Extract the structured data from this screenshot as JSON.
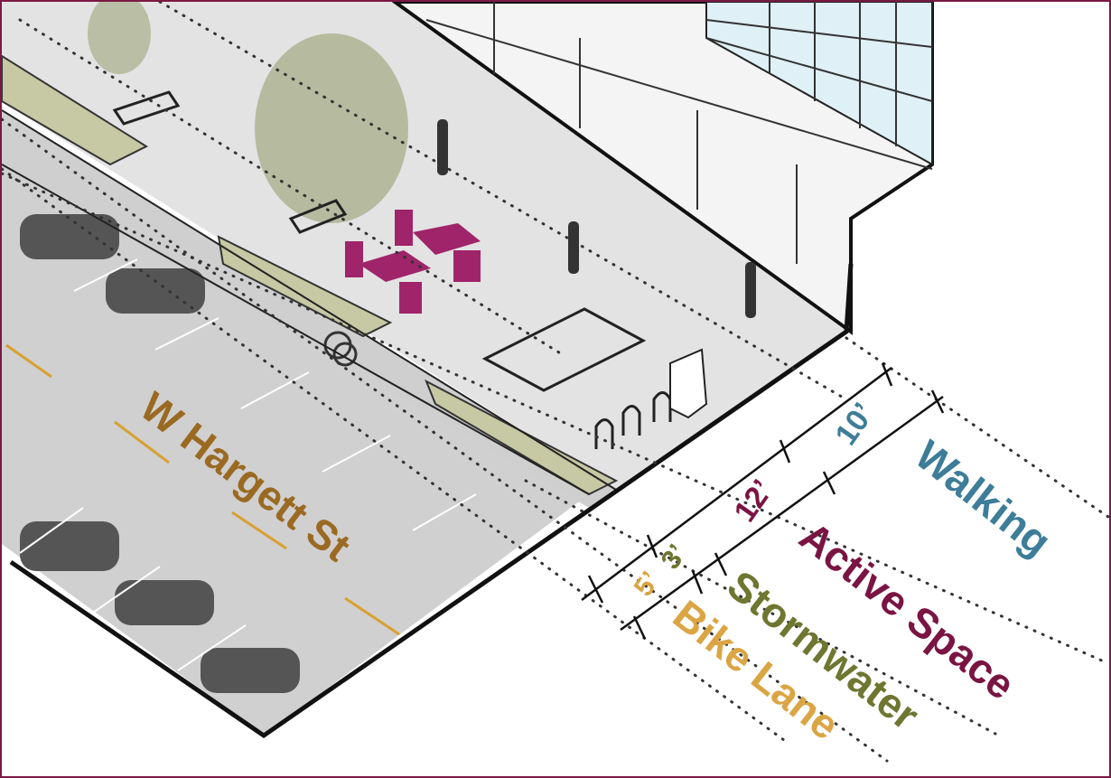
{
  "street_name": "W Hargett St",
  "zones": {
    "walking": {
      "label": "Walking",
      "width": "10’",
      "color": "#3d7d99"
    },
    "active_space": {
      "label": "Active Space",
      "width": "12’",
      "color": "#7a1442"
    },
    "stormwater": {
      "label": "Stormwater",
      "width": "3’",
      "color": "#6f7630"
    },
    "bike_lane": {
      "label": "Bike Lane",
      "width": "5’",
      "color": "#dba544"
    }
  },
  "street_label_color": "#9b6a22"
}
